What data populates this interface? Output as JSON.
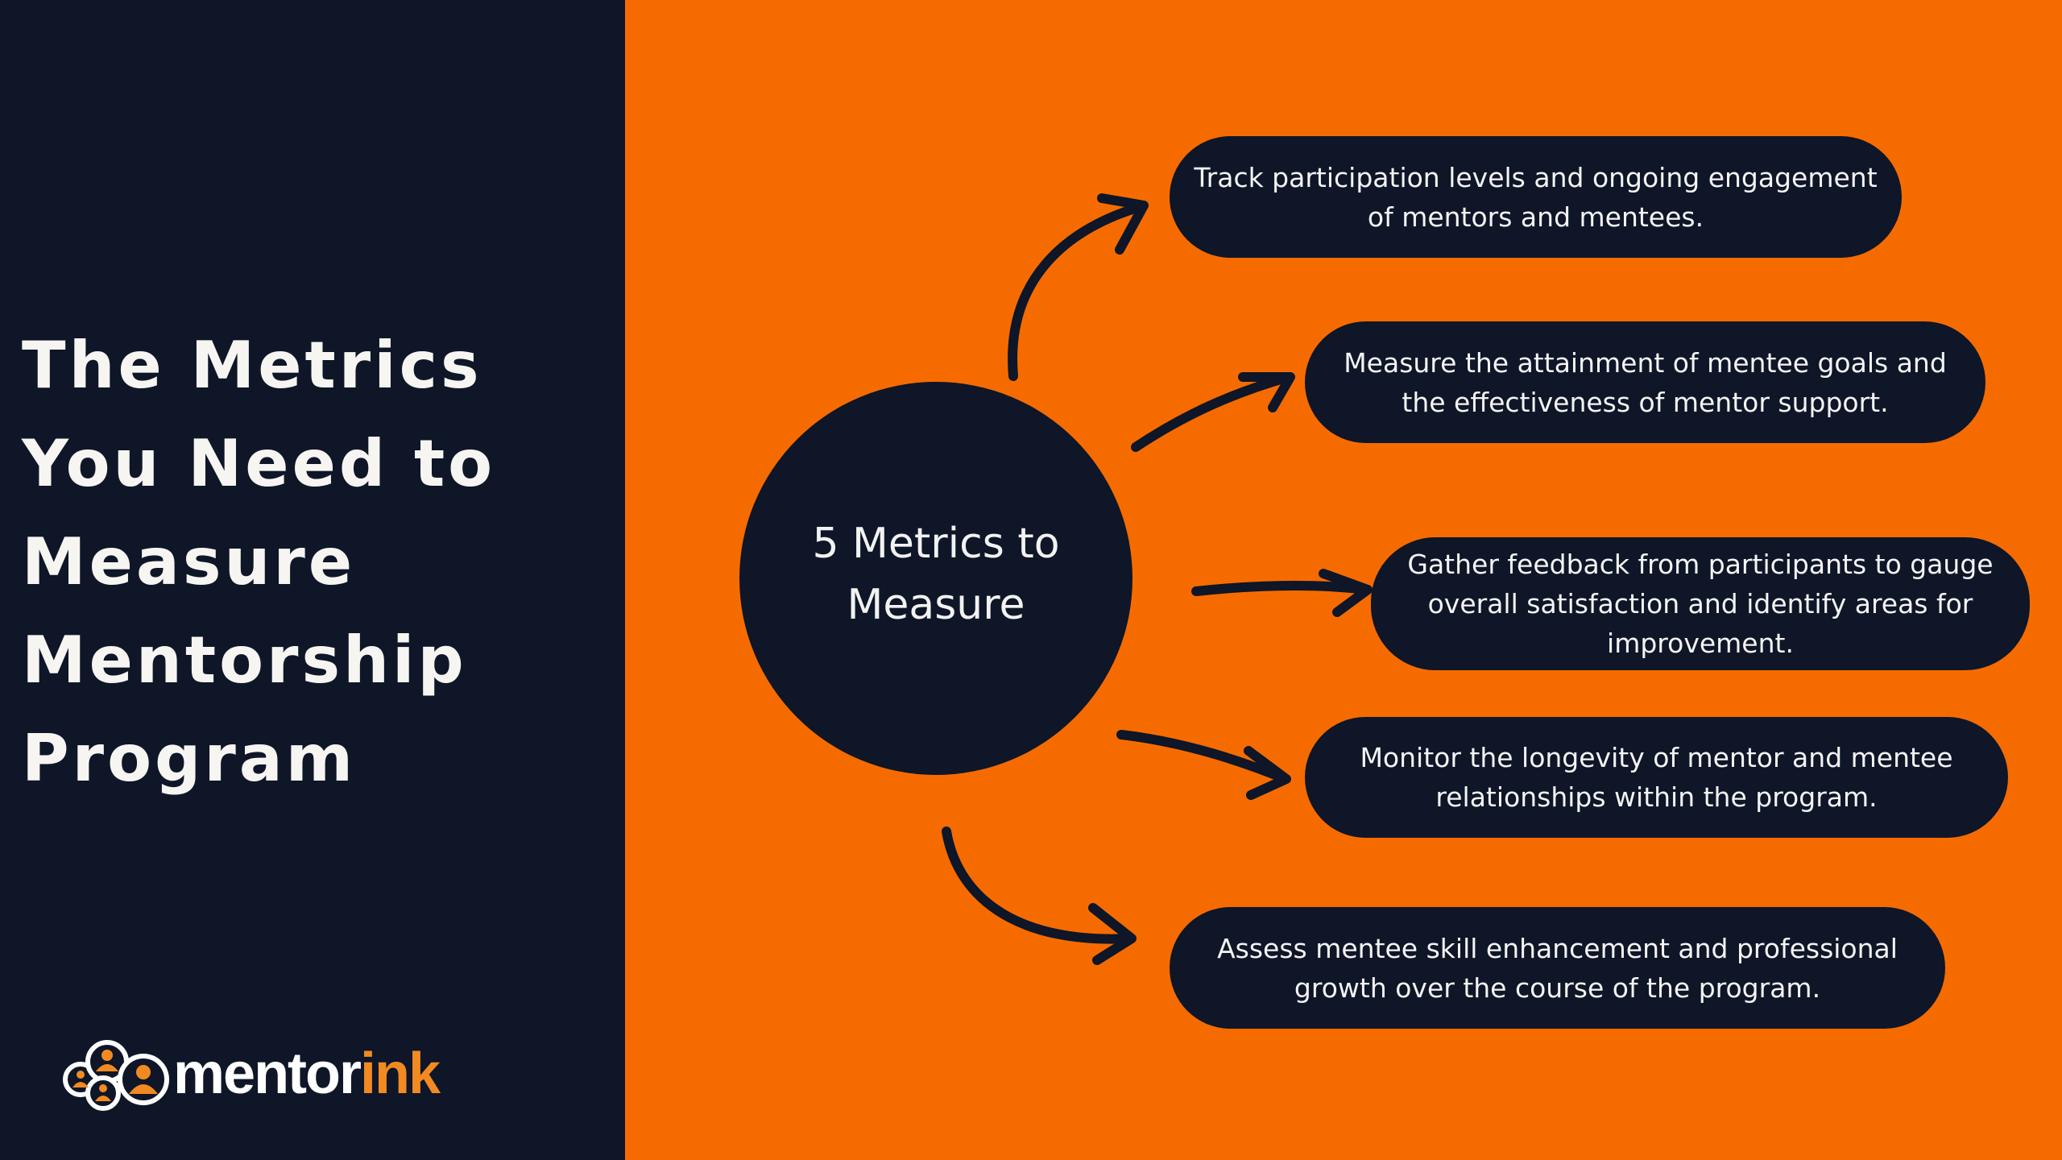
{
  "colors": {
    "navy": "#0e1628",
    "orange": "#f66b00",
    "logo_orange": "#f28a22",
    "text_light": "#f4f4f4"
  },
  "title": {
    "lines": [
      "The Metrics",
      "You Need to",
      "Measure",
      "Mentorship",
      "Program"
    ]
  },
  "logo": {
    "icon": "people-cloud-icon",
    "wordmark_part1": "mentor",
    "wordmark_part2": "ink"
  },
  "hub": {
    "lines": [
      "5 Metrics to",
      "Measure"
    ]
  },
  "metrics": [
    {
      "lines": [
        "Track participation levels and ongoing engagement",
        "of mentors and mentees."
      ]
    },
    {
      "lines": [
        "Measure the attainment of mentee goals and",
        "the effectiveness of mentor support."
      ]
    },
    {
      "lines": [
        "Gather feedback from participants to gauge",
        "overall satisfaction and identify areas for",
        "improvement."
      ]
    },
    {
      "lines": [
        "Monitor the longevity of mentor and mentee",
        "relationships within the program."
      ]
    },
    {
      "lines": [
        "Assess mentee skill enhancement and professional",
        "growth over the course of the program."
      ]
    }
  ]
}
